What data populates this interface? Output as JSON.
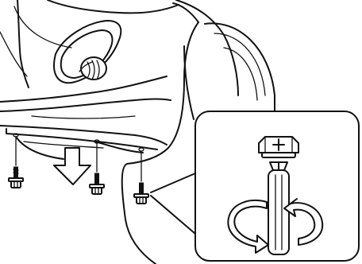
{
  "figure": {
    "kind": "line-art-instruction",
    "subject": "bumper-undercover-screw-removal",
    "colors": {
      "line": "#111111",
      "background": "#ffffff"
    },
    "icons": [
      "screw-icon",
      "screwdriver-icon",
      "rotate-counterclockwise-arrow-icon",
      "rotate-clockwise-arrow-icon",
      "down-arrow-icon"
    ],
    "screw_count": 4
  }
}
